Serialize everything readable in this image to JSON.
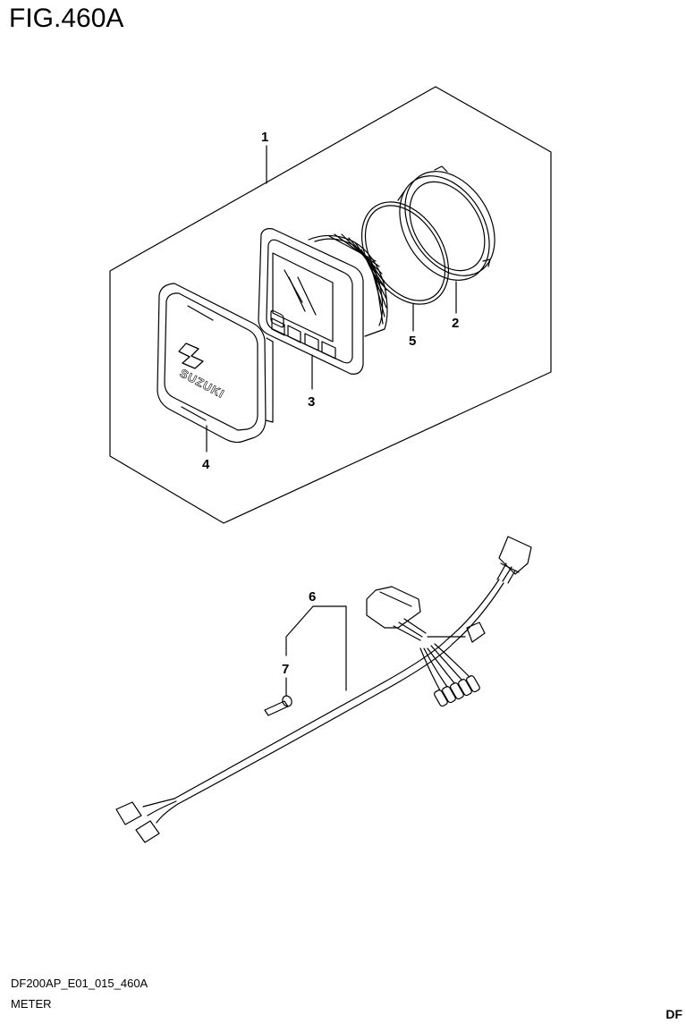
{
  "figure": {
    "title": "FIG.460A"
  },
  "footer": {
    "code": "DF200AP_E01_015_460A",
    "name": "METER",
    "corner": "DF"
  },
  "callouts": {
    "c1": "1",
    "c2": "2",
    "c3": "3",
    "c4": "4",
    "c5": "5",
    "c6": "6",
    "c7": "7"
  },
  "logo_text": "SUZUKI"
}
